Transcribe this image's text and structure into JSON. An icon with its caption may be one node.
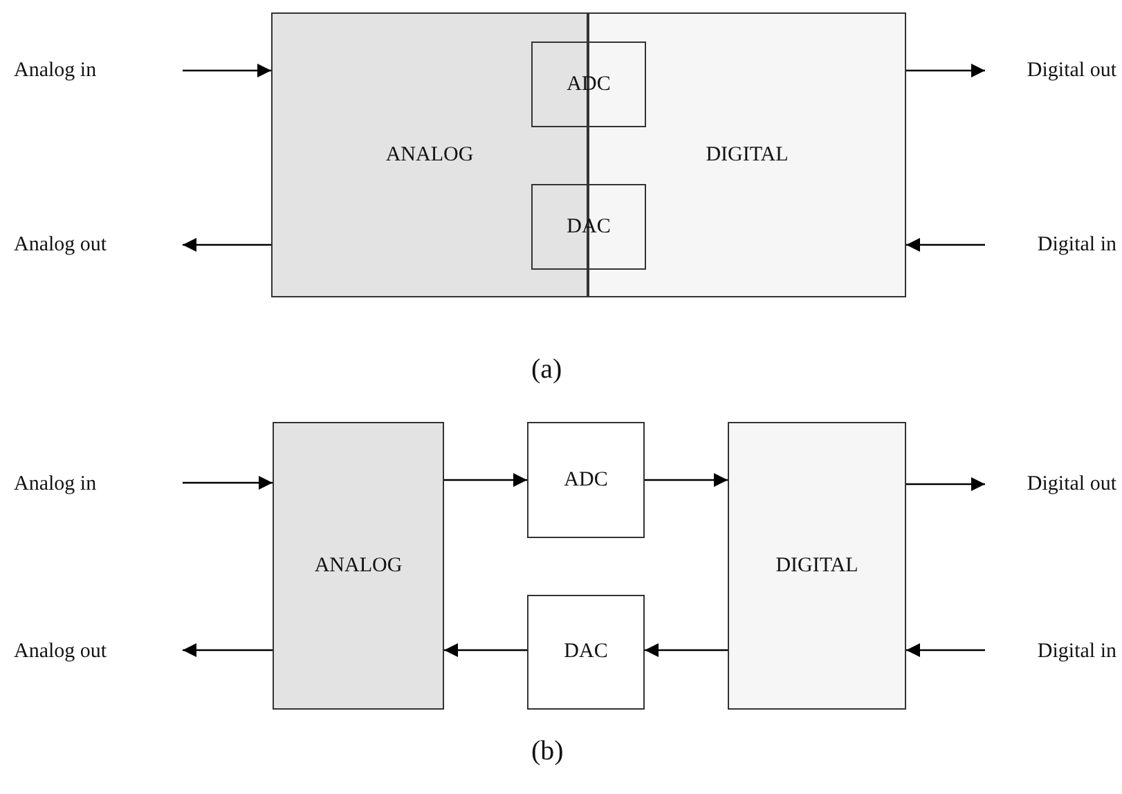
{
  "diagram": {
    "nodes": [
      {
        "text": [
          "Analog in"
        ]
      },
      {
        "text": [
          "ANALOG"
        ]
      },
      {
        "text": [
          "ADC"
        ]
      },
      {
        "text": [
          "DIGITAL"
        ]
      },
      {
        "text": [
          "Digital out"
        ]
      },
      {
        "text": [
          "Analog out"
        ]
      },
      {
        "text": [
          "DAC"
        ]
      },
      {
        "text": [
          "Digital in"
        ]
      },
      {
        "text": [
          "Analog in"
        ]
      },
      {
        "text": [
          "ANALOG"
        ]
      },
      {
        "text": [
          "ADC"
        ]
      },
      {
        "text": [
          "DIGITAL"
        ]
      },
      {
        "text": [
          "Digital out"
        ]
      },
      {
        "text": [
          "Analog out"
        ]
      },
      {
        "text": [
          "DAC"
        ]
      },
      {
        "text": [
          "Digital in"
        ]
      }
    ],
    "edges": [
      {
        "from": 0,
        "to": 1,
        "arrow": "to"
      },
      {
        "from": 3,
        "to": 4,
        "arrow": "to"
      },
      {
        "from": 1,
        "to": 5,
        "arrow": "to"
      },
      {
        "from": 7,
        "to": 3,
        "arrow": "to"
      },
      {
        "from": 8,
        "to": 9,
        "arrow": "to"
      },
      {
        "from": 9,
        "to": 10,
        "arrow": "to"
      },
      {
        "from": 10,
        "to": 11,
        "arrow": "to"
      },
      {
        "from": 11,
        "to": 12,
        "arrow": "to"
      },
      {
        "from": 9,
        "to": 13,
        "arrow": "to"
      },
      {
        "from": 14,
        "to": 9,
        "arrow": "to"
      },
      {
        "from": 11,
        "to": 14,
        "arrow": "to"
      },
      {
        "from": 15,
        "to": 11,
        "arrow": "to"
      }
    ],
    "labels": [
      "(a)",
      "(b)"
    ]
  }
}
